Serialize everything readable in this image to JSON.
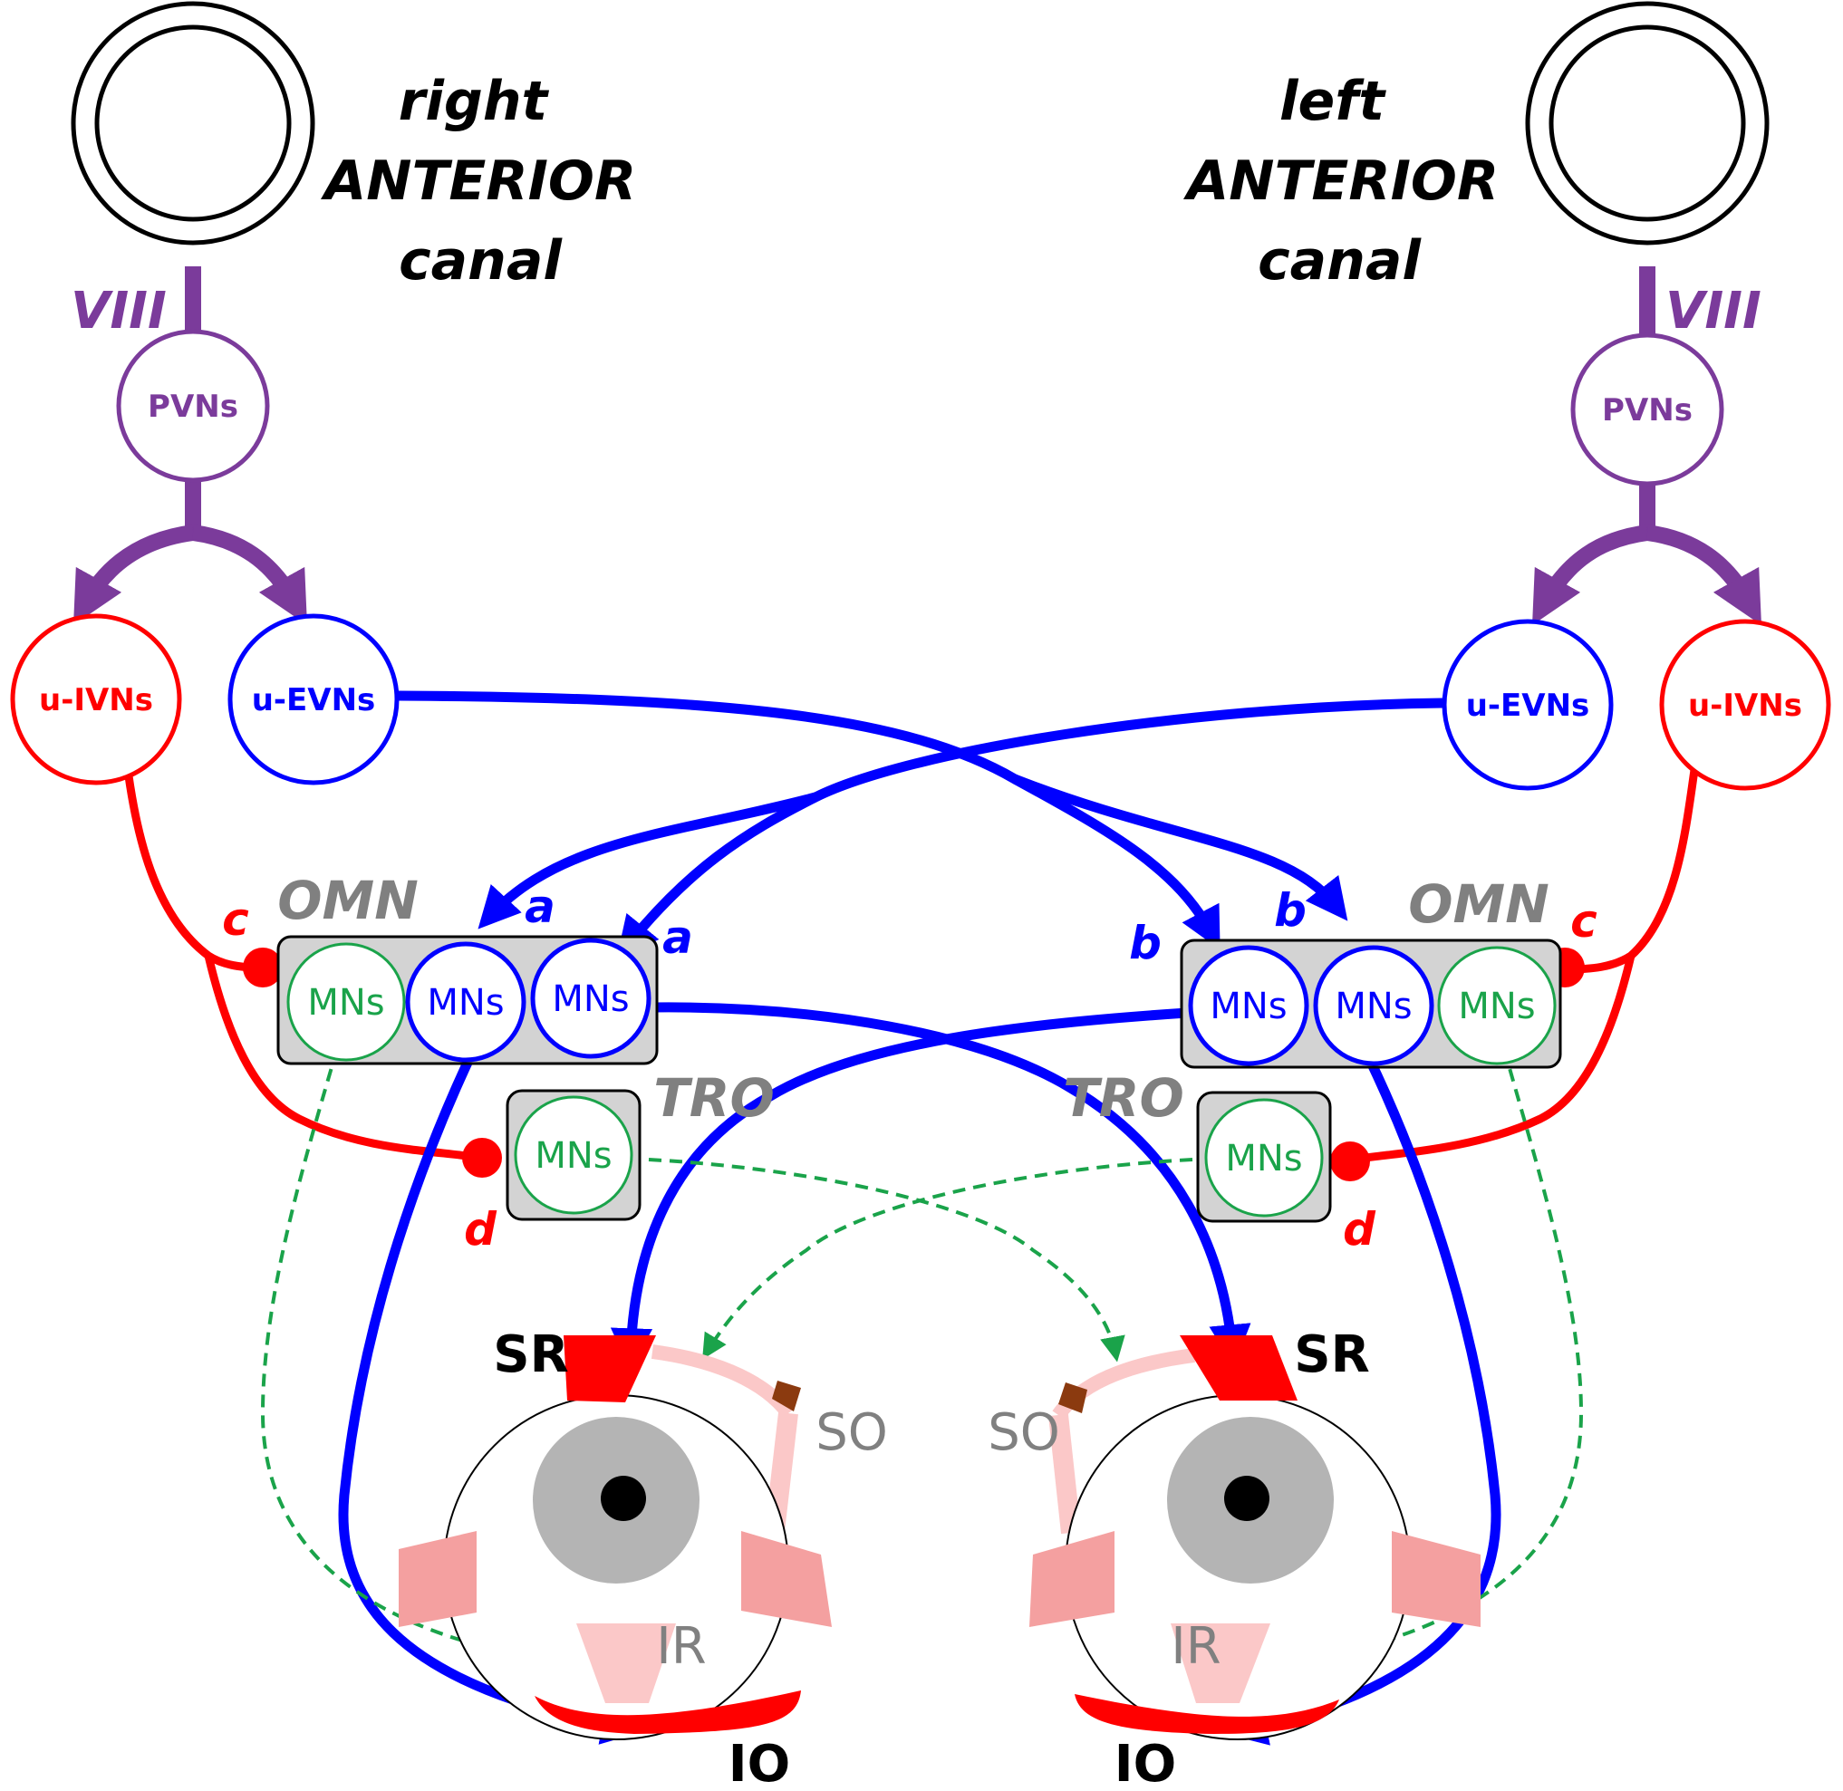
{
  "colors": {
    "purple": "#7b3b9b",
    "red": "#ff0000",
    "blue": "#0000ff",
    "green": "#1aa34a",
    "gray_box": "#d3d3d3",
    "muscle_pink": "#f4a0a0",
    "muscle_light": "#fbc8c8",
    "iris": "#b4b4b4",
    "so_tendon": "#8b3a0f"
  },
  "right_side": {
    "canal_title": [
      "right",
      "ANTERIOR",
      "canal"
    ],
    "nerve_label": "VIII",
    "pvn_label": "PVNs",
    "ivn_label": "u-IVNs",
    "evn_label": "u-EVNs",
    "omn_label": "OMN",
    "tro_label": "TRO",
    "omn_mns": [
      "MNs",
      "MNs",
      "MNs"
    ],
    "tro_mns": "MNs",
    "path_a_1": "a",
    "path_a_2": "a",
    "path_c": "c",
    "path_d": "d",
    "muscles": {
      "sr": "SR",
      "so": "SO",
      "ir": "IR",
      "io": "IO"
    }
  },
  "left_side": {
    "canal_title": [
      "left",
      "ANTERIOR",
      "canal"
    ],
    "nerve_label": "VIII",
    "pvn_label": "PVNs",
    "ivn_label": "u-IVNs",
    "evn_label": "u-EVNs",
    "omn_label": "OMN",
    "tro_label": "TRO",
    "omn_mns": [
      "MNs",
      "MNs",
      "MNs"
    ],
    "tro_mns": "MNs",
    "path_b_1": "b",
    "path_b_2": "b",
    "path_c": "c",
    "path_d": "d",
    "muscles": {
      "sr": "SR",
      "so": "SO",
      "ir": "IR",
      "io": "IO"
    }
  },
  "icons": [
    "semicircular-canal-icon",
    "eye-icon",
    "excitatory-arrow-icon",
    "inhibitory-dot-icon"
  ]
}
